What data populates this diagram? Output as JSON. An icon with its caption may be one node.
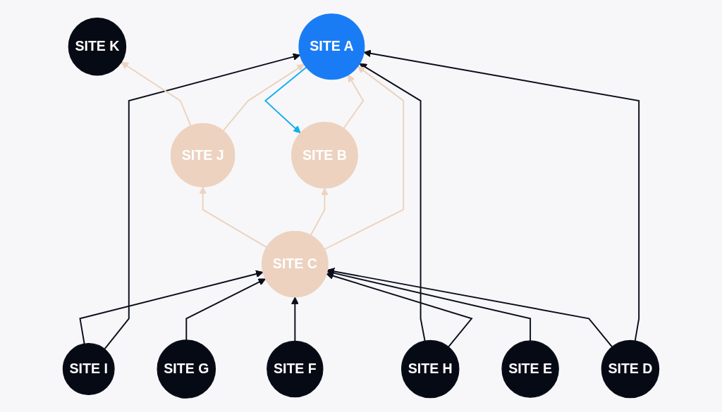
{
  "diagram": {
    "nodes": [
      {
        "text": [
          "SITE K"
        ]
      },
      {
        "text": [
          "SITE B"
        ]
      },
      {
        "text": [
          "SITE A"
        ]
      },
      {
        "text": [
          "SITE D"
        ]
      },
      {
        "text": [
          "SITE C"
        ]
      },
      {
        "text": [
          "SITE E"
        ]
      },
      {
        "text": [
          "SITE J"
        ]
      },
      {
        "text": [
          "SITE I"
        ]
      },
      {
        "text": [
          "SITE G"
        ]
      },
      {
        "text": [
          "SITE F"
        ]
      },
      {
        "text": [
          "SITE H"
        ]
      }
    ],
    "edges": [
      {
        "from": 2,
        "to": 1,
        "arrow": "to",
        "color": "#12aef0"
      },
      {
        "from": 1,
        "to": 2,
        "arrow": "to",
        "color": "#ecd3c0"
      },
      {
        "from": 3,
        "to": 2,
        "arrow": "to"
      },
      {
        "from": 3,
        "to": 4,
        "arrow": "to"
      },
      {
        "from": 5,
        "to": 4,
        "arrow": "to"
      },
      {
        "from": 9,
        "to": 4,
        "arrow": "to"
      },
      {
        "from": 8,
        "to": 4,
        "arrow": "to"
      },
      {
        "from": 10,
        "to": 4,
        "arrow": "to"
      },
      {
        "from": 10,
        "to": 2,
        "arrow": "to"
      },
      {
        "from": 7,
        "to": 2,
        "arrow": "to"
      },
      {
        "from": 7,
        "to": 4,
        "arrow": "to"
      },
      {
        "from": 4,
        "to": 2,
        "arrow": "to",
        "color": "#ecd3c0"
      },
      {
        "from": 4,
        "to": 1,
        "arrow": "to",
        "color": "#ecd3c0"
      },
      {
        "from": 4,
        "to": 6,
        "arrow": "to",
        "color": "#ecd3c0"
      },
      {
        "from": 6,
        "to": 2,
        "arrow": "to",
        "color": "#ecd3c0"
      },
      {
        "from": 6,
        "to": 0,
        "arrow": "to",
        "color": "#ecd3c0"
      }
    ]
  }
}
